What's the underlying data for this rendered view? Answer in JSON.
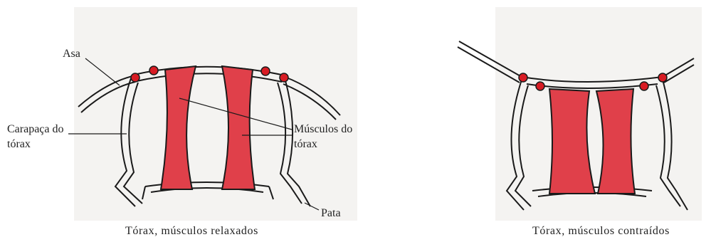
{
  "left_panel": {
    "labels": {
      "wing": "Asa",
      "carapace_line1": "Carapaça do",
      "carapace_line2": "tórax",
      "muscles_line1": "Músculos do",
      "muscles_line2": "tórax",
      "leg": "Pata"
    },
    "caption": "Tórax, músculos relaxados"
  },
  "right_panel": {
    "caption": "Tórax, músculos contraídos"
  },
  "colors": {
    "muscle": "#e0404a",
    "joint": "#d81c24",
    "outline": "#1a1a1a",
    "background": "#f4f3f1"
  }
}
